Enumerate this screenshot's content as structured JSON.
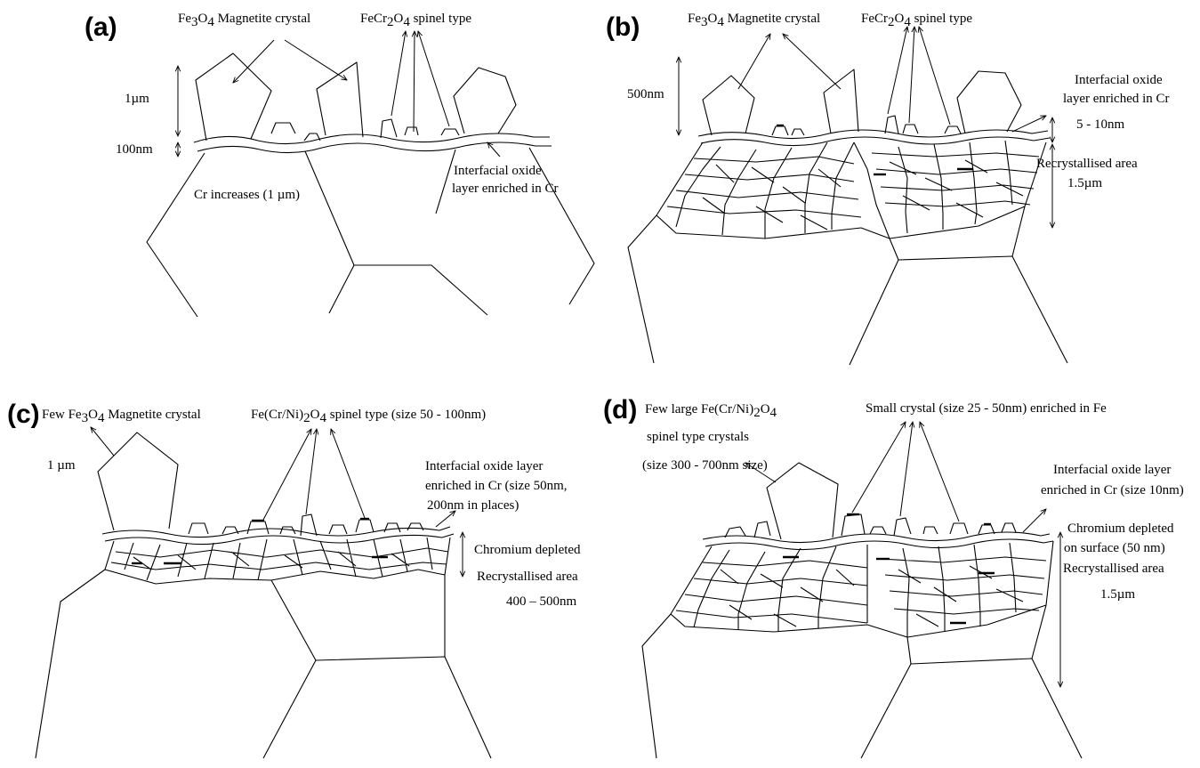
{
  "panels": {
    "a": {
      "letter": "(a)",
      "magnetite_label": {
        "pre": "Fe",
        "s1": "3",
        "mid": "O",
        "s2": "4",
        "post": " Magnetite crystal"
      },
      "spinel_label": {
        "pre": "FeCr",
        "s1": "2",
        "mid": "O",
        "s2": "4",
        "post": " spinel type"
      },
      "scale_crystal": "1µm",
      "scale_layer": "100nm",
      "interfacial_line1": "Interfacial oxide",
      "interfacial_line2": "layer enriched in Cr",
      "cr_increases": "Cr increases (1 µm)"
    },
    "b": {
      "letter": "(b)",
      "magnetite_label": {
        "pre": "Fe",
        "s1": "3",
        "mid": "O",
        "s2": "4",
        "post": " Magnetite crystal"
      },
      "spinel_label": {
        "pre": "FeCr",
        "s1": "2",
        "mid": "O",
        "s2": "4",
        "post": " spinel type"
      },
      "scale_crystal": "500nm",
      "interfacial_line1": "Interfacial oxide",
      "interfacial_line2": "layer enriched in Cr",
      "scale_layer": "5 - 10nm",
      "recryst_line1": "Recrystallised area",
      "recryst_line2": "1.5µm"
    },
    "c": {
      "letter": "(c)",
      "magnetite_label": {
        "pre": "Few Fe",
        "s1": "3",
        "mid": "O",
        "s2": "4",
        "post": " Magnetite crystal"
      },
      "spinel_label": {
        "pre": "Fe(Cr/Ni)",
        "s1": "2",
        "mid": "O",
        "s2": "4",
        "post": "  spinel type (size 50 - 100nm)"
      },
      "scale_crystal": "1 µm",
      "interfacial_line1": "Interfacial oxide layer",
      "interfacial_line2": "enriched in Cr (size 50nm,",
      "interfacial_line3": "200nm in places)",
      "chromium_depleted": "Chromium depleted",
      "recryst_line1": "Recrystallised area",
      "recryst_line2": "400 – 500nm"
    },
    "d": {
      "letter": "(d)",
      "spinel_label_line1": {
        "pre": "Few  large Fe(Cr/Ni)",
        "s1": "2",
        "mid": "O",
        "s2": "4",
        "post": ""
      },
      "spinel_label_line2": "spinel type crystals",
      "spinel_label_line3": "(size 300 - 700nm size)",
      "small_crystal": "Small crystal (size 25 - 50nm) enriched in Fe",
      "interfacial_line1": "Interfacial oxide layer",
      "interfacial_line2": "enriched in Cr (size 10nm)",
      "depleted_line1": "Chromium depleted",
      "depleted_line2": "on surface (50 nm)",
      "recryst_line1": "Recrystallised area",
      "recryst_line2": "1.5µm"
    }
  }
}
